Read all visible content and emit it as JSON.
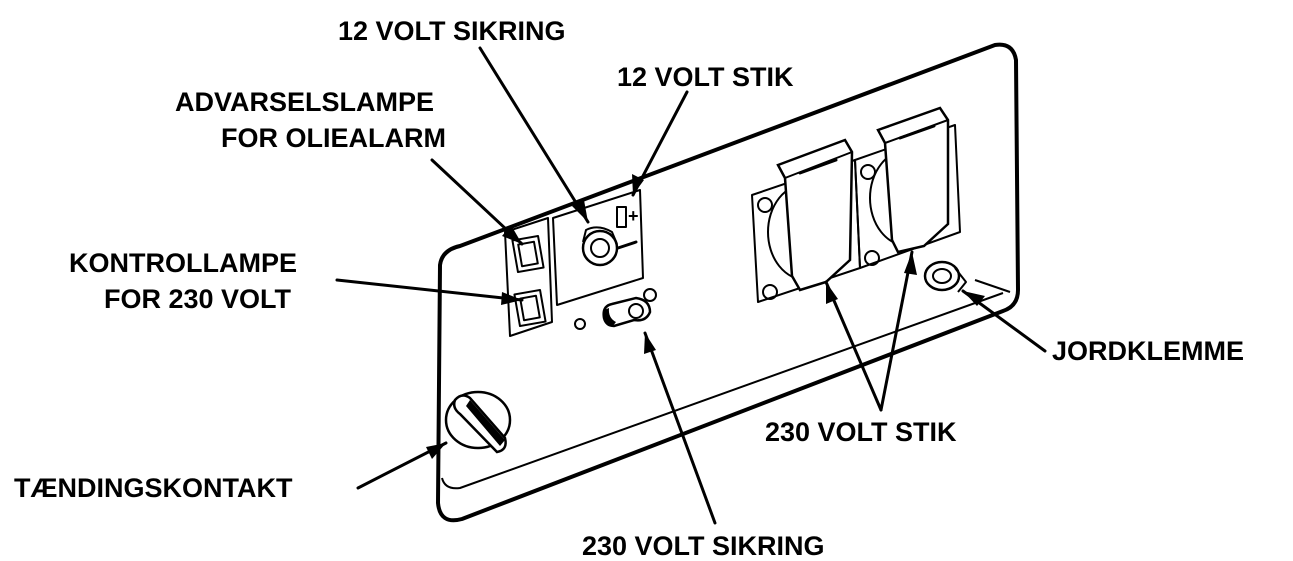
{
  "labels": {
    "fuse_12v": "12 VOLT SIKRING",
    "socket_12v": "12 VOLT STIK",
    "oil_warning_line1": "ADVARSELSLAMPE",
    "oil_warning_line2": "FOR OLIEALARM",
    "pilot_lamp_line1": "KONTROLLAMPE",
    "pilot_lamp_line2": "FOR 230 VOLT",
    "ground_terminal": "JORDKLEMME",
    "sockets_230v": "230 VOLT STIK",
    "ignition_switch": "TÆNDINGSKONTAKT",
    "breaker_230v": "230 VOLT SIKRING"
  },
  "socket_12v_polarity": {
    "plus": "+",
    "minus": "−"
  },
  "colors": {
    "ink": "#000000",
    "paper": "#ffffff"
  }
}
